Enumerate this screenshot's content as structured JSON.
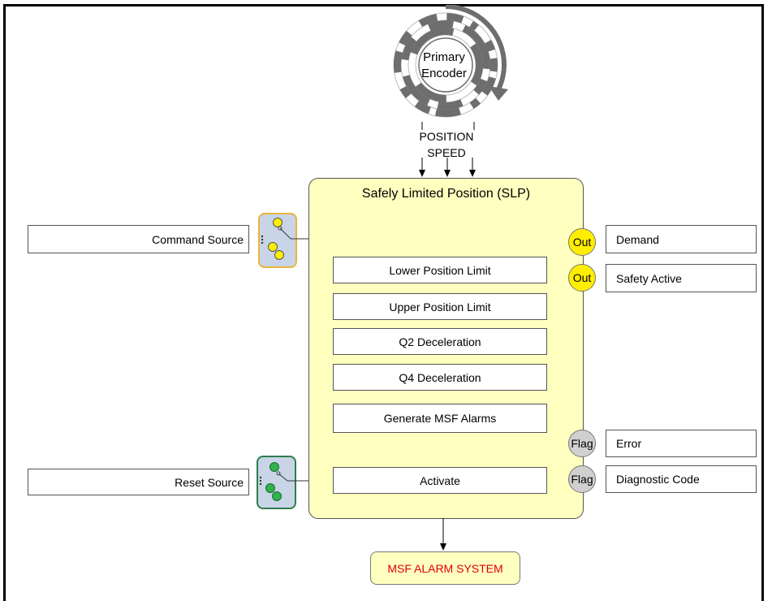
{
  "encoder": {
    "line1": "Primary",
    "line2": "Encoder",
    "signal1": "POSITION",
    "signal2": "SPEED"
  },
  "slp": {
    "title": "Safely Limited Position (SLP)",
    "params": [
      "Lower Position Limit",
      "Upper Position Limit",
      "Q2 Deceleration",
      "Q4 Deceleration",
      "Generate MSF Alarms",
      "Activate"
    ]
  },
  "inputs": {
    "command_source": "Command Source",
    "reset_source": "Reset Source"
  },
  "outputs": [
    {
      "badge": "Out",
      "label": "Demand"
    },
    {
      "badge": "Out",
      "label": "Safety Active"
    },
    {
      "badge": "Flag",
      "label": "Error"
    },
    {
      "badge": "Flag",
      "label": "Diagnostic Code"
    }
  ],
  "alarm_system": "MSF ALARM SYSTEM",
  "colors": {
    "block_fill": "#ffffc0",
    "out_badge": "#ffee00",
    "flag_badge": "#d0d0d0",
    "command_selector_border": "#e8b43c",
    "reset_selector_border": "#2e7d4f",
    "alarm_text": "#e00000"
  }
}
